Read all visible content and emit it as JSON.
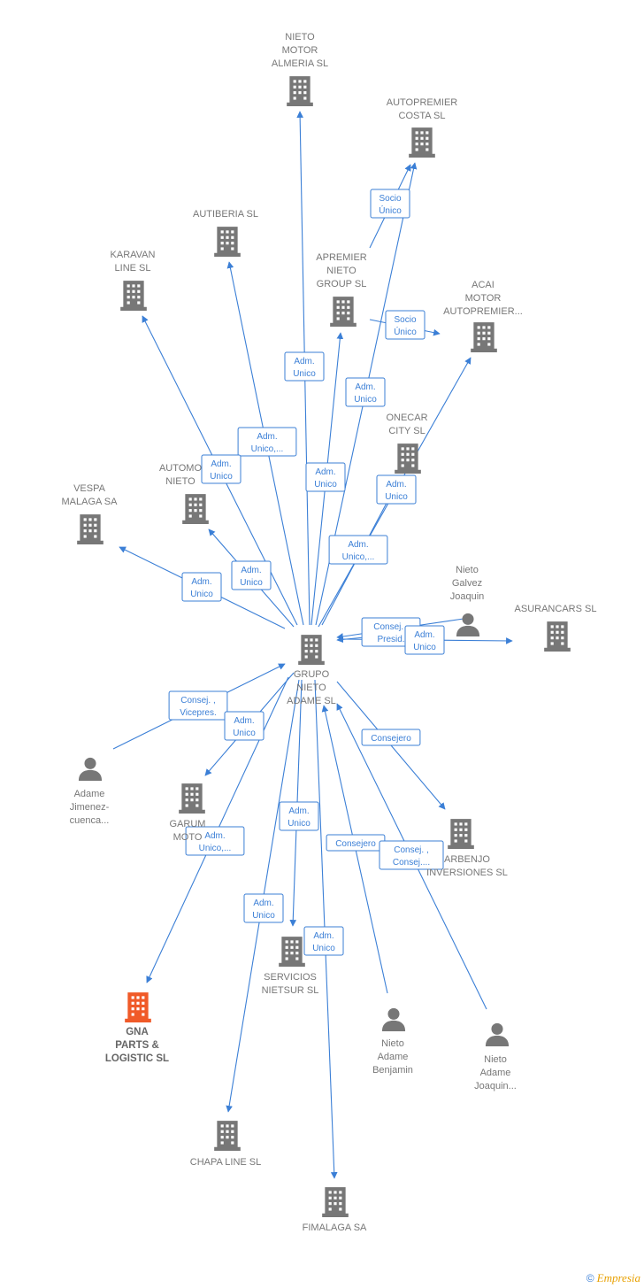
{
  "colors": {
    "edge": "#3b7fd6",
    "node": "#777777",
    "highlight": "#f05a28"
  },
  "nodes": [
    {
      "id": "grupo",
      "kind": "company",
      "lines": [
        "GRUPO",
        "NIETO",
        "ADAME SL"
      ]
    },
    {
      "id": "nieto_almeria",
      "kind": "company",
      "lines": [
        "NIETO",
        "MOTOR",
        "ALMERIA SL"
      ]
    },
    {
      "id": "autopremier_costa",
      "kind": "company",
      "lines": [
        "AUTOPREMIER",
        "COSTA  SL"
      ]
    },
    {
      "id": "autiberia",
      "kind": "company",
      "lines": [
        "AUTIBERIA SL"
      ]
    },
    {
      "id": "karavan",
      "kind": "company",
      "lines": [
        "KARAVAN",
        "LINE SL"
      ]
    },
    {
      "id": "apremier",
      "kind": "company",
      "lines": [
        "APREMIER",
        "NIETO",
        "GROUP  SL"
      ]
    },
    {
      "id": "acai",
      "kind": "company",
      "lines": [
        "ACAI",
        "MOTOR",
        "AUTOPREMIER..."
      ]
    },
    {
      "id": "onecar",
      "kind": "company",
      "lines": [
        "ONECAR",
        "CITY  SL"
      ]
    },
    {
      "id": "automoc",
      "kind": "company",
      "lines": [
        "AUTOMO",
        "NIETO"
      ]
    },
    {
      "id": "vespa",
      "kind": "company",
      "lines": [
        "VESPA",
        "MALAGA SA"
      ]
    },
    {
      "id": "asurancars",
      "kind": "company",
      "lines": [
        "ASURANCARS SL"
      ]
    },
    {
      "id": "nieto_galvez",
      "kind": "person",
      "lines": [
        "Nieto",
        "Galvez",
        "Joaquin"
      ]
    },
    {
      "id": "adame_jimenez",
      "kind": "person",
      "lines": [
        "Adame",
        "Jimenez-",
        "cuenca..."
      ]
    },
    {
      "id": "garum",
      "kind": "company",
      "lines": [
        "GARUM",
        "MOTO"
      ]
    },
    {
      "id": "arbenjo",
      "kind": "company",
      "lines": [
        "ARBENJO",
        "INVERSIONES SL"
      ]
    },
    {
      "id": "gna",
      "kind": "company",
      "highlight": true,
      "lines": [
        "GNA",
        "PARTS &",
        "LOGISTIC  SL"
      ]
    },
    {
      "id": "servicios",
      "kind": "company",
      "lines": [
        "SERVICIOS",
        "NIETSUR SL"
      ]
    },
    {
      "id": "nieto_benjamin",
      "kind": "person",
      "lines": [
        "Nieto",
        "Adame",
        "Benjamin"
      ]
    },
    {
      "id": "nieto_joaquin",
      "kind": "person",
      "lines": [
        "Nieto",
        "Adame",
        "Joaquin..."
      ]
    },
    {
      "id": "chapa",
      "kind": "company",
      "lines": [
        "CHAPA LINE SL"
      ]
    },
    {
      "id": "fimalaga",
      "kind": "company",
      "lines": [
        "FIMALAGA SA"
      ]
    }
  ],
  "edges": [
    {
      "label": [
        "Adm.",
        "Unico"
      ]
    },
    {
      "label": [
        "Adm.",
        "Unico"
      ]
    },
    {
      "label": [
        "Adm.",
        "Unico"
      ]
    },
    {
      "label": [
        "Adm.",
        "Unico,..."
      ]
    },
    {
      "label": [
        "Adm.",
        "Unico"
      ]
    },
    {
      "label": [
        "Adm.",
        "Unico"
      ]
    },
    {
      "label": [
        "Adm.",
        "Unico"
      ]
    },
    {
      "label": [
        "Adm.",
        "Unico,..."
      ]
    },
    {
      "label": [
        "Adm.",
        "Unico"
      ]
    },
    {
      "label": [
        "Socio",
        "Único"
      ]
    },
    {
      "label": [
        "Socio",
        "Único"
      ]
    },
    {
      "label": [
        "Consej. ,",
        "Presid."
      ]
    },
    {
      "label": [
        "Adm.",
        "Unico"
      ]
    },
    {
      "label": [
        "Consej. ,",
        "Vicepres."
      ]
    },
    {
      "label": [
        "Adm.",
        "Unico"
      ]
    },
    {
      "label": [
        "Consejero"
      ]
    },
    {
      "label": [
        "Adm.",
        "Unico,..."
      ]
    },
    {
      "label": [
        "Adm.",
        "Unico"
      ]
    },
    {
      "label": [
        "Adm.",
        "Unico"
      ]
    },
    {
      "label": [
        "Adm.",
        "Unico"
      ]
    },
    {
      "label": [
        "Consejero"
      ]
    },
    {
      "label": [
        "Consej. ,",
        "Consej...."
      ]
    },
    {
      "label": []
    }
  ],
  "watermark": {
    "copyright": "©",
    "brand": "Empresia"
  }
}
